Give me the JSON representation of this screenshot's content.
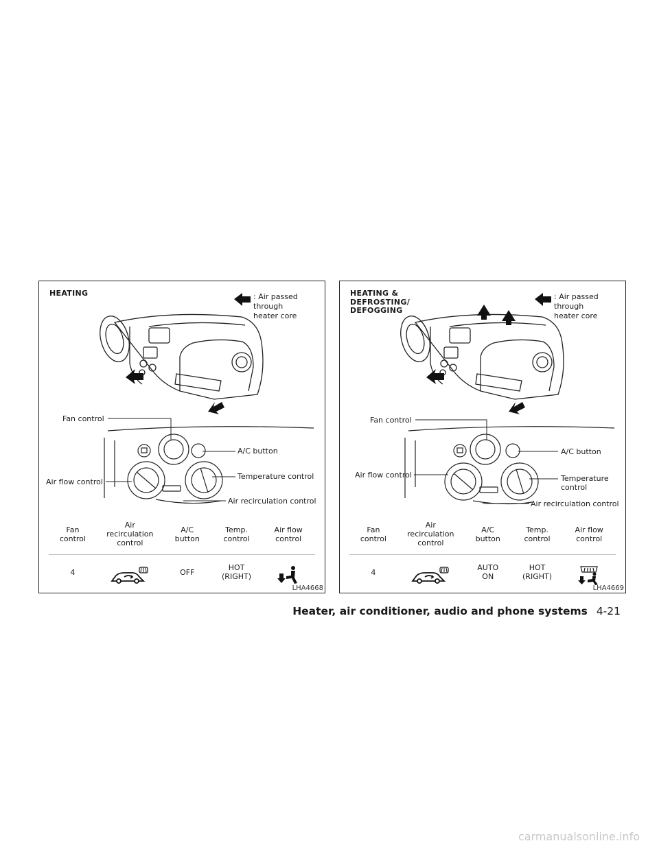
{
  "panels": [
    {
      "title": "HEATING",
      "legend_text": ": Air passed\n  through\n  heater core",
      "callouts": {
        "fan": "Fan control",
        "ac": "A/C button",
        "temp": "Temperature control",
        "airflow": "Air flow control",
        "recirc": "Air recirculation control"
      },
      "table": {
        "headers": [
          "Fan\ncontrol",
          "Air\nrecirculation\ncontrol",
          "A/C\nbutton",
          "Temp.\ncontrol",
          "Air flow\ncontrol"
        ],
        "row": [
          "4",
          "recirculation-off-icon",
          "OFF",
          "HOT\n(RIGHT)",
          "floor-vent-icon"
        ]
      },
      "code": "LHA4668"
    },
    {
      "title": "HEATING &\nDEFROSTING/\nDEFOGGING",
      "legend_text": ": Air passed\n  through\n  heater core",
      "callouts": {
        "fan": "Fan control",
        "ac": "A/C button",
        "temp": "Temperature\ncontrol",
        "airflow": "Air flow control",
        "recirc": "Air recirculation control"
      },
      "table": {
        "headers": [
          "Fan\ncontrol",
          "Air\nrecirculation\ncontrol",
          "A/C\nbutton",
          "Temp.\ncontrol",
          "Air flow\ncontrol"
        ],
        "row": [
          "4",
          "recirculation-off-icon",
          "AUTO\nON",
          "HOT\n(RIGHT)",
          "floor-defrost-icon"
        ]
      },
      "code": "LHA4669"
    }
  ],
  "footer": {
    "title": "Heater, air conditioner, audio and phone systems",
    "page": "4-21"
  },
  "watermark": "carmanualsonline.info"
}
